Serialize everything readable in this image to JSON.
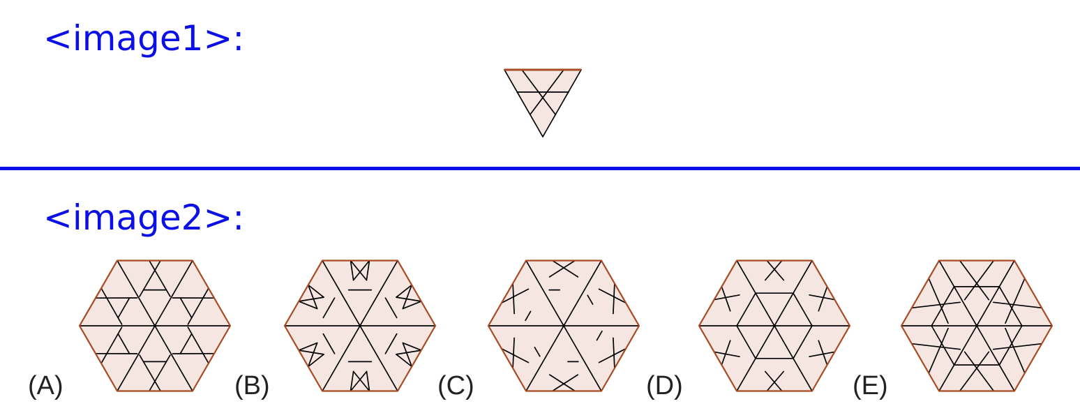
{
  "header": {
    "image1_label": "<image1>:",
    "image2_label": "<image2>:"
  },
  "options": [
    {
      "letter": "(A)"
    },
    {
      "letter": "(B)"
    },
    {
      "letter": "(C)"
    },
    {
      "letter": "(D)"
    },
    {
      "letter": "(E)"
    }
  ],
  "colors": {
    "label": "#0a10e6",
    "tile_fill": "#f5e6e2",
    "tile_edge": "#a84a22",
    "line": "#000000"
  }
}
